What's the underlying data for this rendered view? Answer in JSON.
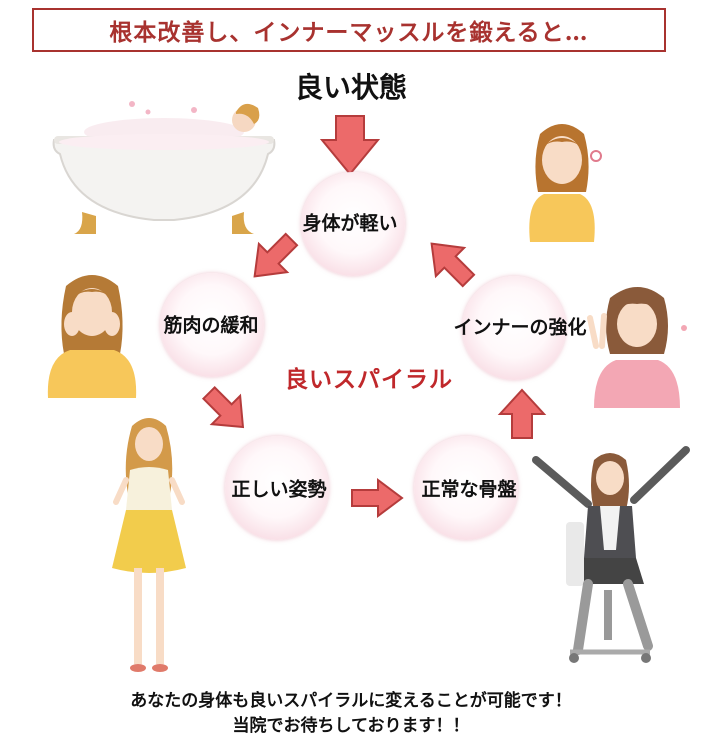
{
  "header": {
    "title": "根本改善し、インナーマッスルを鍛えると…"
  },
  "subtitle": "良い状態",
  "cycle": {
    "center_label": "良いスパイラル",
    "nodes": [
      {
        "label": "身体が軽い"
      },
      {
        "label": "筋肉の緩和"
      },
      {
        "label": "正しい姿勢"
      },
      {
        "label": "正常な骨盤"
      },
      {
        "label": "インナーの強化"
      }
    ]
  },
  "colors": {
    "header_border": "#a8322f",
    "header_text": "#a8322f",
    "arrow_fill": "#ec6a6a",
    "arrow_stroke": "#b53c3c",
    "circle_edge": "#f2c7d2",
    "center_text": "#c0282b"
  },
  "icons": [
    "bathtub-woman-illustration",
    "woman-hair-ribbon-illustration",
    "woman-stretching-face-illustration",
    "woman-peace-sign-illustration",
    "woman-yellow-skirt-illustration",
    "woman-office-chair-stretch-illustration"
  ],
  "footer": {
    "line1": "あなたの身体も良いスパイラルに変えることが可能です！",
    "line2": "当院でお待ちしております！！"
  }
}
